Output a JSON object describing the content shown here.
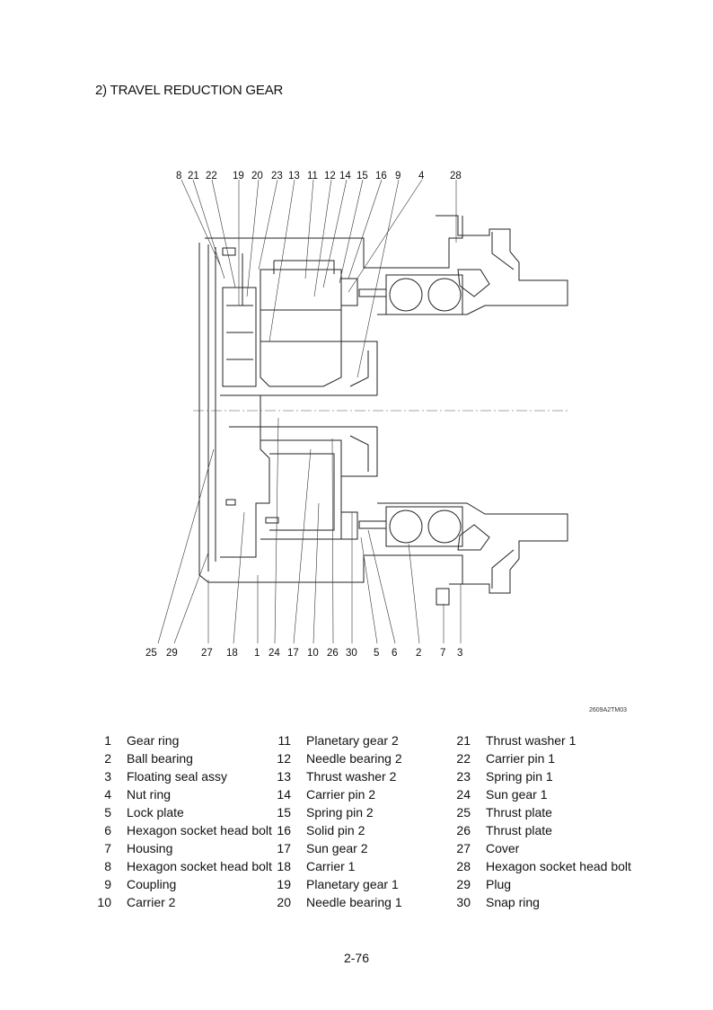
{
  "title": "2) TRAVEL REDUCTION GEAR",
  "drawing_code": "2609A2TM03",
  "page_number": "2-76",
  "diagram": {
    "top_labels": [
      "8",
      "21",
      "22",
      "19",
      "20",
      "23",
      "13",
      "11",
      "12",
      "14",
      "15",
      "16",
      "9",
      "4",
      "28"
    ],
    "bottom_labels": [
      "25",
      "29",
      "27",
      "18",
      "1",
      "24",
      "17",
      "10",
      "26",
      "30",
      "5",
      "6",
      "2",
      "7",
      "3"
    ]
  },
  "parts": [
    {
      "no": "1",
      "name": "Gear ring"
    },
    {
      "no": "2",
      "name": "Ball bearing"
    },
    {
      "no": "3",
      "name": "Floating seal assy"
    },
    {
      "no": "4",
      "name": "Nut ring"
    },
    {
      "no": "5",
      "name": "Lock plate"
    },
    {
      "no": "6",
      "name": "Hexagon socket head bolt"
    },
    {
      "no": "7",
      "name": "Housing"
    },
    {
      "no": "8",
      "name": "Hexagon socket head bolt"
    },
    {
      "no": "9",
      "name": "Coupling"
    },
    {
      "no": "10",
      "name": "Carrier 2"
    },
    {
      "no": "11",
      "name": "Planetary gear  2"
    },
    {
      "no": "12",
      "name": "Needle bearing 2"
    },
    {
      "no": "13",
      "name": "Thrust washer 2"
    },
    {
      "no": "14",
      "name": "Carrier pin 2"
    },
    {
      "no": "15",
      "name": "Spring pin 2"
    },
    {
      "no": "16",
      "name": "Solid pin 2"
    },
    {
      "no": "17",
      "name": "Sun gear 2"
    },
    {
      "no": "18",
      "name": "Carrier 1"
    },
    {
      "no": "19",
      "name": "Planetary gear 1"
    },
    {
      "no": "20",
      "name": "Needle bearing 1"
    },
    {
      "no": "21",
      "name": "Thrust washer 1"
    },
    {
      "no": "22",
      "name": "Carrier pin 1"
    },
    {
      "no": "23",
      "name": "Spring pin 1"
    },
    {
      "no": "24",
      "name": "Sun gear 1"
    },
    {
      "no": "25",
      "name": "Thrust plate"
    },
    {
      "no": "26",
      "name": "Thrust plate"
    },
    {
      "no": "27",
      "name": "Cover"
    },
    {
      "no": "28",
      "name": "Hexagon socket head bolt"
    },
    {
      "no": "29",
      "name": "Plug"
    },
    {
      "no": "30",
      "name": "Snap ring"
    }
  ]
}
